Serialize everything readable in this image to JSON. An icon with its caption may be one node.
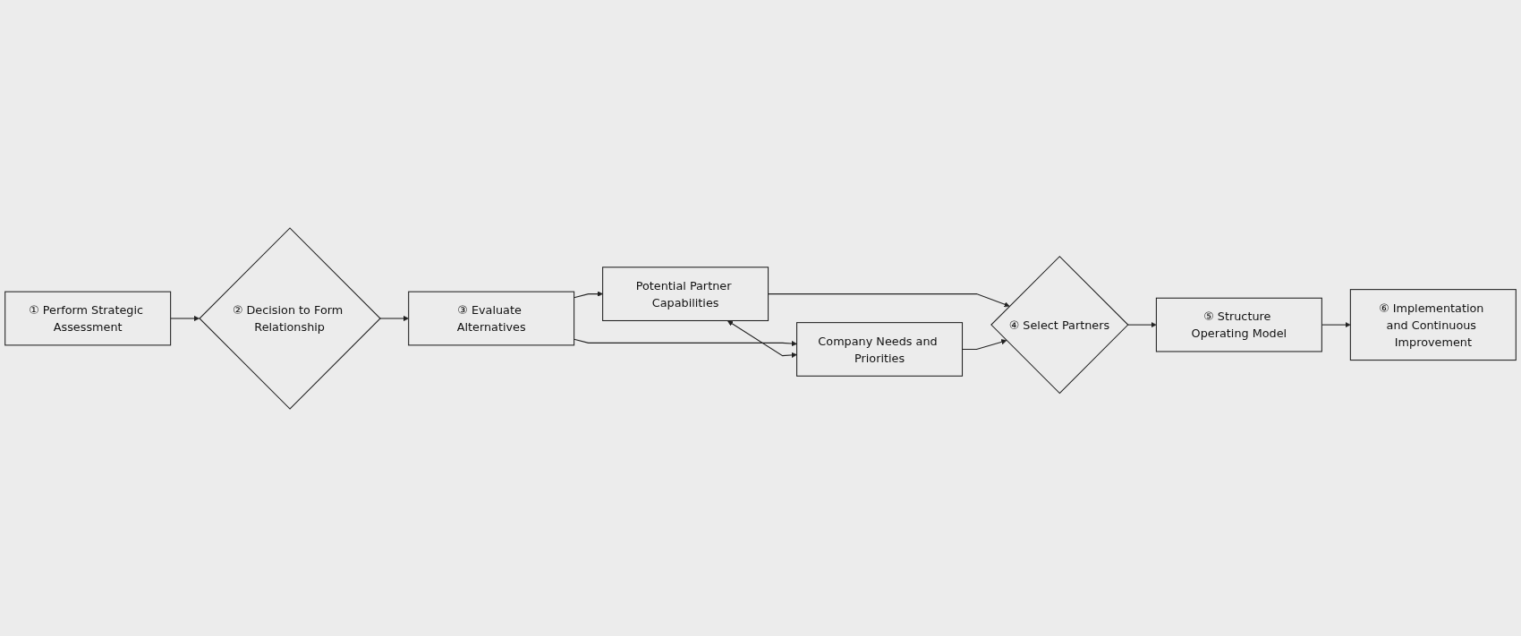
{
  "diagram": {
    "nodes": [
      {
        "text": [
          "① Perform Strategic Assessment"
        ]
      },
      {
        "text": [
          "② Decision to Form Relationship"
        ]
      },
      {
        "text": [
          "③ Evaluate Alternatives"
        ]
      },
      {
        "text": [
          "Potential Partner Capabilities"
        ]
      },
      {
        "text": [
          "Company Needs and Priorities"
        ]
      },
      {
        "text": [
          "④ Select Partners"
        ]
      },
      {
        "text": [
          "⑤ Structure Operating Model"
        ]
      },
      {
        "text": [
          "⑥ Implementation and Continuous Improvement"
        ]
      }
    ],
    "edges": [
      {
        "from": 0,
        "to": 1,
        "arrow": "to"
      },
      {
        "from": 1,
        "to": 2,
        "arrow": "to"
      },
      {
        "from": 2,
        "to": 3,
        "arrow": "to"
      },
      {
        "from": 2,
        "to": 4,
        "arrow": "to"
      },
      {
        "from": 3,
        "to": 4,
        "arrow": "both"
      },
      {
        "from": 3,
        "to": 5,
        "arrow": "to"
      },
      {
        "from": 4,
        "to": 5,
        "arrow": "to"
      },
      {
        "from": 5,
        "to": 6,
        "arrow": "to"
      },
      {
        "from": 6,
        "to": 7,
        "arrow": "to"
      }
    ]
  }
}
